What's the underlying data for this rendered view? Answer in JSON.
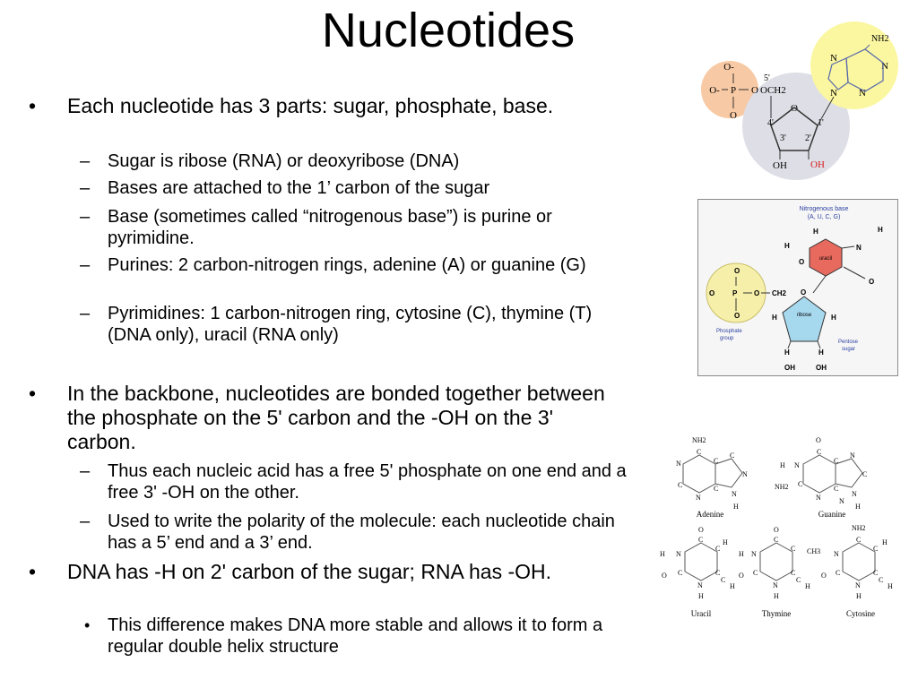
{
  "slide": {
    "title": "Nucleotides",
    "bullets": [
      {
        "level": 1,
        "marker": "•",
        "text": "Each nucleotide has 3 parts: sugar, phosphate, base."
      },
      {
        "level": 2,
        "marker": "–",
        "text": "Sugar is ribose (RNA) or deoxyribose (DNA)"
      },
      {
        "level": 2,
        "marker": "–",
        "text": "Bases are attached to the 1’ carbon of the sugar"
      },
      {
        "level": 2,
        "marker": "–",
        "text": "Base (sometimes called “nitrogenous base”) is purine or pyrimidine."
      },
      {
        "level": 2,
        "marker": "–",
        "text": "Purines: 2 carbon-nitrogen rings, adenine (A) or guanine (G)"
      },
      {
        "level": 2,
        "marker": "–",
        "text": "Pyrimidines: 1 carbon-nitrogen ring, cytosine (C), thymine  (T) (DNA only), uracil (RNA only)"
      },
      {
        "level": 1,
        "marker": "•",
        "text": "In the backbone, nucleotides are bonded together between the phosphate on the 5' carbon and the -OH on the 3' carbon."
      },
      {
        "level": 2,
        "marker": "–",
        "text": "Thus each nucleic acid has a free 5' phosphate on one end and a free 3' -OH on the other."
      },
      {
        "level": 2,
        "marker": "–",
        "text": " Used to write the polarity of the molecule:  each nucleotide chain has a 5’ end and a 3’ end."
      },
      {
        "level": 1,
        "marker": "•",
        "text": "DNA has -H on 2' carbon of the sugar; RNA has -OH."
      },
      {
        "level": 2,
        "marker": "•",
        "text": "This difference makes DNA more stable and allows it to form a regular double helix structure"
      }
    ]
  },
  "figure_nucleotide_color": {
    "phosphate": [
      "O-",
      "O-",
      "P",
      "O",
      "O"
    ],
    "sugar": [
      "5'",
      "OCH2",
      "O",
      "4'",
      "1'",
      "3'",
      "2'",
      "OH",
      "OH"
    ],
    "base": [
      "NH2",
      "N",
      "N",
      "N",
      "N"
    ],
    "colors": {
      "phosphate": "#f7c9a4",
      "sugar": "#dedee6",
      "base": "#fbf7a0",
      "oh_red": "#d42020"
    }
  },
  "figure_nucleotide_labeled": {
    "base_caption_1": "Nitrogenous base",
    "base_caption_2": "(A, U, C, G)",
    "base_name": "uracil",
    "sugar_name": "ribose",
    "phosphate_caption_1": "Phosphate",
    "phosphate_caption_2": "group",
    "sugar_caption_1": "Pentose",
    "sugar_caption_2": "sugar",
    "atoms": [
      "H",
      "H",
      "H",
      "N",
      "O",
      "O",
      "O",
      "O",
      "P",
      "O",
      "O",
      "CH2",
      "O",
      "H",
      "H",
      "H",
      "H",
      "OH",
      "OH"
    ],
    "colors": {
      "base": "#e86a5e",
      "sugar": "#a6d8ee",
      "phosphate": "#f6efaa",
      "caption": "#2b3fa0"
    }
  },
  "figure_bases": {
    "adenine": {
      "name": "Adenine",
      "atoms": [
        "NH2",
        "C",
        "N",
        "C",
        "C",
        "N",
        "C",
        "N",
        "C",
        "N",
        "H"
      ]
    },
    "guanine": {
      "name": "Guanine",
      "atoms": [
        "O",
        "C",
        "H",
        "N",
        "C",
        "C",
        "NH2",
        "N",
        "N",
        "C",
        "N",
        "C",
        "N",
        "H"
      ]
    },
    "uracil": {
      "name": "Uracil",
      "atoms": [
        "O",
        "C",
        "H",
        "N",
        "C",
        "H",
        "C",
        "C",
        "O",
        "N",
        "H",
        "C",
        "H"
      ]
    },
    "thymine": {
      "name": "Thymine",
      "atoms": [
        "O",
        "C",
        "H",
        "N",
        "C",
        "CH3",
        "C",
        "C",
        "O",
        "N",
        "H",
        "C",
        "H"
      ]
    },
    "cytosine": {
      "name": "Cytosine",
      "atoms": [
        "NH2",
        "C",
        "N",
        "C",
        "H",
        "C",
        "C",
        "O",
        "N",
        "H",
        "C",
        "H"
      ]
    }
  }
}
